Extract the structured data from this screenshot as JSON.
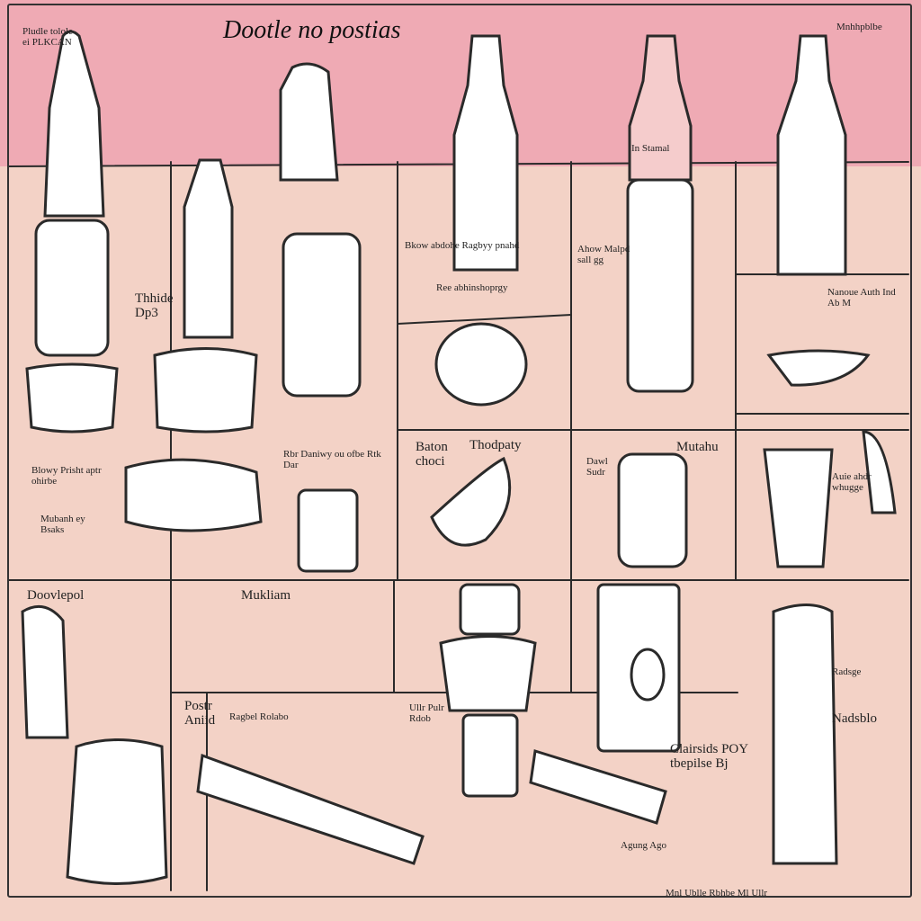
{
  "title": "Dootle no postias",
  "labels": {
    "top_left": "Pludle tolole ei PLKCAN",
    "top_right": "Mnhhpblbe",
    "left_mid": "Thhide Dp3",
    "bottle_label": "In Stamal",
    "center_upper": "Bkow abdohe Ragbyy pnahd",
    "center_small": "Ree abhinshoprgy",
    "right_upper": "Ahow Malpd sall gg",
    "far_right": "Nanoue Auth Ind Ab M",
    "left_lower": "Blowy Prisht aptr ohirbe",
    "left_handwrite": "Mubanh ey Bsaks",
    "mid_lower": "Rbr Daniwy ou ofbe Rtk Dar",
    "baton": "Baton choci",
    "thodpaty": "Thodpaty",
    "mutahu": "Mutahu",
    "dawl": "Dawl Sudr",
    "sweet": "Auie ahdr whugge",
    "doovlepol": "Doovlepol",
    "mukliam": "Mukliam",
    "postr": "Postr Aniid",
    "ragbel": "Ragbel Rolabo",
    "ullr": "Ullr Pulr Rdob",
    "clairsids": "Clairsids POY tbepilse Bj",
    "radsge": "Radsge",
    "nadsblo": "Nadsblo",
    "agung": "Agung Ago",
    "footer": "Mnl Ublle Rbhbe Ml Ullr"
  },
  "colors": {
    "band": "#efaab4",
    "background": "#f3d2c6",
    "ink": "#222222"
  }
}
